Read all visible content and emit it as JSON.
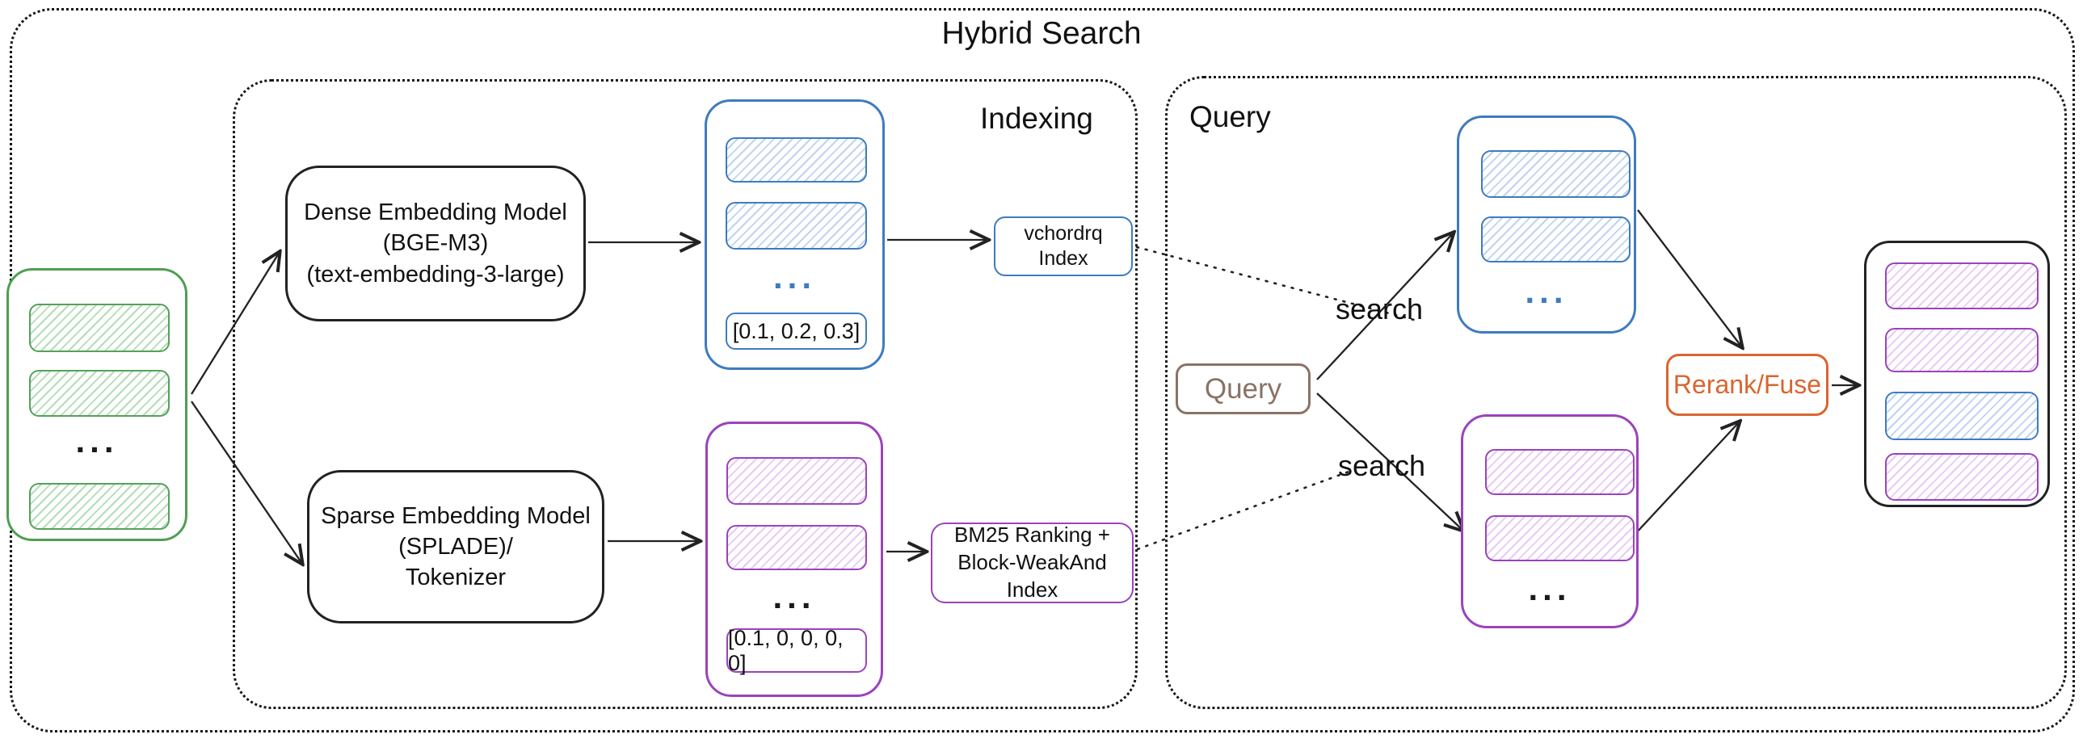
{
  "diagram": {
    "title": "Hybrid Search"
  },
  "indexing": {
    "section_label": "Indexing",
    "dense_model_label": "Dense Embedding Model\n(BGE-M3)\n(text-embedding-3-large)",
    "sparse_model_label": "Sparse Embedding Model\n(SPLADE)/\nTokenizer",
    "dense_vector_sample": "[0.1, 0.2, 0.3]",
    "sparse_vector_sample": "[0.1, 0, 0, 0, 0]",
    "dense_index_label": "vchordrq\nIndex",
    "sparse_index_label": "BM25 Ranking +\nBlock-WeakAnd Index"
  },
  "query": {
    "section_label": "Query",
    "query_label": "Query",
    "search_dense_label": "search",
    "search_sparse_label": "search",
    "rerank_label": "Rerank/Fuse"
  },
  "misc": {
    "ellipsis": "..."
  },
  "colors": {
    "green": "#4f9e53",
    "blue": "#3e7bc0",
    "purple": "#9a43bd",
    "brown": "#8a7265",
    "orange": "#d9652f",
    "outline_black": "#1f1f1f"
  }
}
